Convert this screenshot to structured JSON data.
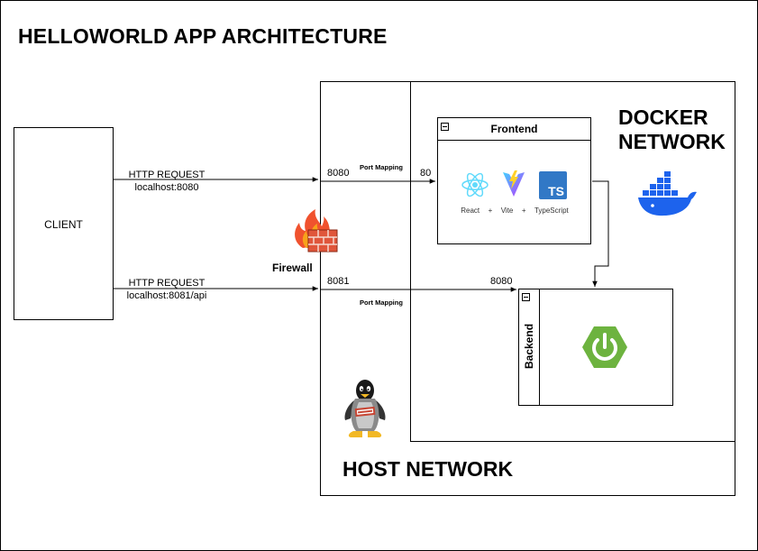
{
  "title": "HELLOWORLD APP ARCHITECTURE",
  "client": {
    "label": "CLIENT"
  },
  "requests": [
    {
      "line1": "HTTP REQUEST",
      "line2": "localhost:8080"
    },
    {
      "line1": "HTTP REQUEST",
      "line2": "localhost:8081/api"
    }
  ],
  "ports": {
    "host_frontend": "8080",
    "container_frontend": "80",
    "host_backend": "8081",
    "container_backend": "8080",
    "port_mapping_label": "Port Mapping"
  },
  "firewall": {
    "label": "Firewall",
    "icon": "firewall-icon"
  },
  "host_network": {
    "label": "HOST NETWORK",
    "icon": "linux-oracle-penguin-icon"
  },
  "docker_network": {
    "label_line1": "DOCKER",
    "label_line2": "NETWORK",
    "icon": "docker-whale-icon"
  },
  "frontend": {
    "title": "Frontend",
    "tech": [
      "React",
      "+",
      "Vite",
      "+",
      "TypeScript"
    ],
    "ts_badge": "TS",
    "icons": [
      "react-icon",
      "vite-icon",
      "typescript-icon"
    ]
  },
  "backend": {
    "title": "Backend",
    "icon": "spring-boot-icon"
  },
  "colors": {
    "react": "#61DAFB",
    "typescript": "#3178C6",
    "spring": "#6DB33F",
    "docker": "#1D63ED",
    "firewall_brick": "#E0563B",
    "firewall_flame": "#F7A21B"
  }
}
